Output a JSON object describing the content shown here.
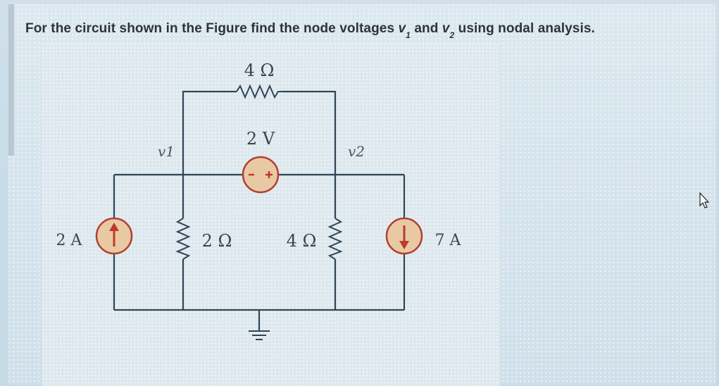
{
  "question": {
    "prefix": "For the circuit shown in the Figure find the node voltages ",
    "v": "v",
    "sub1": "1",
    "and": " and ",
    "sub2": "2",
    "suffix": " using nodal analysis."
  },
  "circuit": {
    "r_top": "4 Ω",
    "vsrc": "2 V",
    "node1": "v1",
    "node2": "v2",
    "isrc_left": "2 A",
    "r_left": "2 Ω",
    "r_right": "4 Ω",
    "isrc_right": "7 A"
  },
  "colors": {
    "wire": "#2f4556",
    "source_fill": "#e9c9a4",
    "source_stroke": "#b04032",
    "arrow": "#c0392b"
  },
  "icons": {
    "cursor": "mouse-pointer-icon"
  }
}
